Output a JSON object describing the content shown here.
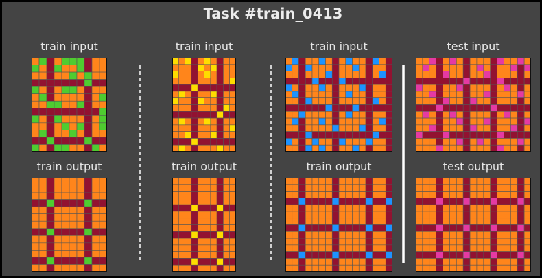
{
  "title": "Task #train_0413",
  "palette": {
    "0": "#000000",
    "1": "#1e93ff",
    "2": "#f93c31",
    "3": "#4fcc30",
    "4": "#ffdc00",
    "5": "#999999",
    "6": "#e53aa3",
    "7": "#ff851b",
    "8": "#87d8f1",
    "9": "#921231"
  },
  "colors": {
    "background": "#444444",
    "frame": "#000000",
    "cell_border": "#555555",
    "separator": "#ffffff"
  },
  "pairs": [
    {
      "input_label": "train input",
      "output_label": "train output",
      "rows": 13,
      "cols": 10,
      "line_rows": [
        3,
        7,
        11
      ],
      "line_cols": [
        2,
        7
      ],
      "accent": 3,
      "input_marks": [
        [
          0,
          1
        ],
        [
          0,
          4
        ],
        [
          0,
          5
        ],
        [
          0,
          6
        ],
        [
          1,
          0
        ],
        [
          1,
          3
        ],
        [
          1,
          6
        ],
        [
          2,
          5
        ],
        [
          2,
          7
        ],
        [
          3,
          7
        ],
        [
          4,
          0
        ],
        [
          4,
          4
        ],
        [
          4,
          5
        ],
        [
          5,
          1
        ],
        [
          5,
          9
        ],
        [
          6,
          2
        ],
        [
          6,
          3
        ],
        [
          6,
          6
        ],
        [
          7,
          9
        ],
        [
          8,
          0
        ],
        [
          8,
          3
        ],
        [
          8,
          9
        ],
        [
          9,
          4
        ],
        [
          9,
          6
        ],
        [
          9,
          9
        ],
        [
          10,
          1
        ],
        [
          10,
          5
        ],
        [
          11,
          2
        ],
        [
          11,
          7
        ],
        [
          12,
          0
        ],
        [
          12,
          3
        ],
        [
          12,
          4
        ],
        [
          12,
          8
        ]
      ],
      "output_marks": [
        [
          3,
          2
        ],
        [
          3,
          7
        ],
        [
          7,
          2
        ],
        [
          7,
          7
        ],
        [
          11,
          2
        ],
        [
          11,
          7
        ]
      ]
    },
    {
      "input_label": "train input",
      "output_label": "train output",
      "rows": 14,
      "cols": 10,
      "line_rows": [
        4,
        8,
        12
      ],
      "line_cols": [
        3,
        7
      ],
      "accent": 4,
      "input_marks": [
        [
          0,
          0
        ],
        [
          0,
          2
        ],
        [
          0,
          5
        ],
        [
          1,
          4
        ],
        [
          1,
          6
        ],
        [
          2,
          0
        ],
        [
          2,
          5
        ],
        [
          3,
          9
        ],
        [
          4,
          3
        ],
        [
          5,
          1
        ],
        [
          5,
          6
        ],
        [
          6,
          0
        ],
        [
          6,
          4
        ],
        [
          7,
          8
        ],
        [
          8,
          7
        ],
        [
          9,
          1
        ],
        [
          9,
          5
        ],
        [
          10,
          9
        ],
        [
          11,
          2
        ],
        [
          11,
          6
        ],
        [
          12,
          3
        ],
        [
          13,
          1
        ],
        [
          13,
          7
        ]
      ],
      "output_marks": [
        [
          4,
          3
        ],
        [
          4,
          7
        ],
        [
          8,
          3
        ],
        [
          8,
          7
        ],
        [
          12,
          3
        ],
        [
          12,
          7
        ]
      ]
    },
    {
      "input_label": "train input",
      "output_label": "train output",
      "rows": 14,
      "cols": 16,
      "line_rows": [
        3,
        7,
        11
      ],
      "line_cols": [
        2,
        7,
        12,
        15
      ],
      "accent": 1,
      "input_marks": [
        [
          0,
          1
        ],
        [
          0,
          5
        ],
        [
          0,
          9
        ],
        [
          0,
          13
        ],
        [
          1,
          0
        ],
        [
          1,
          3
        ],
        [
          1,
          10
        ],
        [
          2,
          6
        ],
        [
          2,
          14
        ],
        [
          3,
          4
        ],
        [
          3,
          8
        ],
        [
          4,
          0
        ],
        [
          4,
          5
        ],
        [
          4,
          11
        ],
        [
          5,
          1
        ],
        [
          5,
          9
        ],
        [
          6,
          3
        ],
        [
          6,
          13
        ],
        [
          7,
          6
        ],
        [
          7,
          10
        ],
        [
          8,
          2
        ],
        [
          8,
          9
        ],
        [
          9,
          1
        ],
        [
          9,
          5
        ],
        [
          9,
          14
        ],
        [
          10,
          7
        ],
        [
          10,
          11
        ],
        [
          11,
          3
        ],
        [
          11,
          13
        ],
        [
          12,
          0
        ],
        [
          12,
          4
        ],
        [
          12,
          8
        ],
        [
          12,
          12
        ],
        [
          13,
          3
        ],
        [
          13,
          5
        ],
        [
          13,
          10
        ]
      ],
      "output_marks": [
        [
          3,
          2
        ],
        [
          3,
          7
        ],
        [
          3,
          12
        ],
        [
          3,
          15
        ],
        [
          7,
          2
        ],
        [
          7,
          7
        ],
        [
          7,
          12
        ],
        [
          7,
          15
        ],
        [
          11,
          2
        ],
        [
          11,
          7
        ],
        [
          11,
          12
        ],
        [
          11,
          15
        ]
      ]
    },
    {
      "input_label": "test input",
      "output_label": "test output",
      "rows": 14,
      "cols": 17,
      "line_rows": [
        3,
        7,
        11
      ],
      "line_cols": [
        3,
        7,
        11,
        15
      ],
      "accent": 6,
      "input_marks": [
        [
          0,
          2
        ],
        [
          0,
          5
        ],
        [
          0,
          12
        ],
        [
          0,
          15
        ],
        [
          1,
          1
        ],
        [
          1,
          9
        ],
        [
          1,
          14
        ],
        [
          1,
          16
        ],
        [
          2,
          4
        ],
        [
          2,
          10
        ],
        [
          3,
          7
        ],
        [
          3,
          12
        ],
        [
          4,
          0
        ],
        [
          4,
          6
        ],
        [
          4,
          13
        ],
        [
          5,
          2
        ],
        [
          5,
          10
        ],
        [
          5,
          15
        ],
        [
          6,
          4
        ],
        [
          6,
          8
        ],
        [
          7,
          3
        ],
        [
          7,
          11
        ],
        [
          8,
          1
        ],
        [
          8,
          5
        ],
        [
          8,
          13
        ],
        [
          9,
          6
        ],
        [
          9,
          10
        ],
        [
          9,
          16
        ],
        [
          10,
          2
        ],
        [
          10,
          8
        ],
        [
          10,
          14
        ],
        [
          11,
          0
        ],
        [
          11,
          4
        ],
        [
          11,
          12
        ],
        [
          12,
          6
        ],
        [
          12,
          9
        ],
        [
          12,
          15
        ],
        [
          13,
          3
        ],
        [
          13,
          12
        ]
      ],
      "output_marks": [
        [
          3,
          3
        ],
        [
          3,
          7
        ],
        [
          3,
          11
        ],
        [
          3,
          15
        ],
        [
          7,
          3
        ],
        [
          7,
          7
        ],
        [
          7,
          11
        ],
        [
          7,
          15
        ],
        [
          11,
          3
        ],
        [
          11,
          7
        ],
        [
          11,
          11
        ],
        [
          11,
          15
        ]
      ]
    }
  ]
}
